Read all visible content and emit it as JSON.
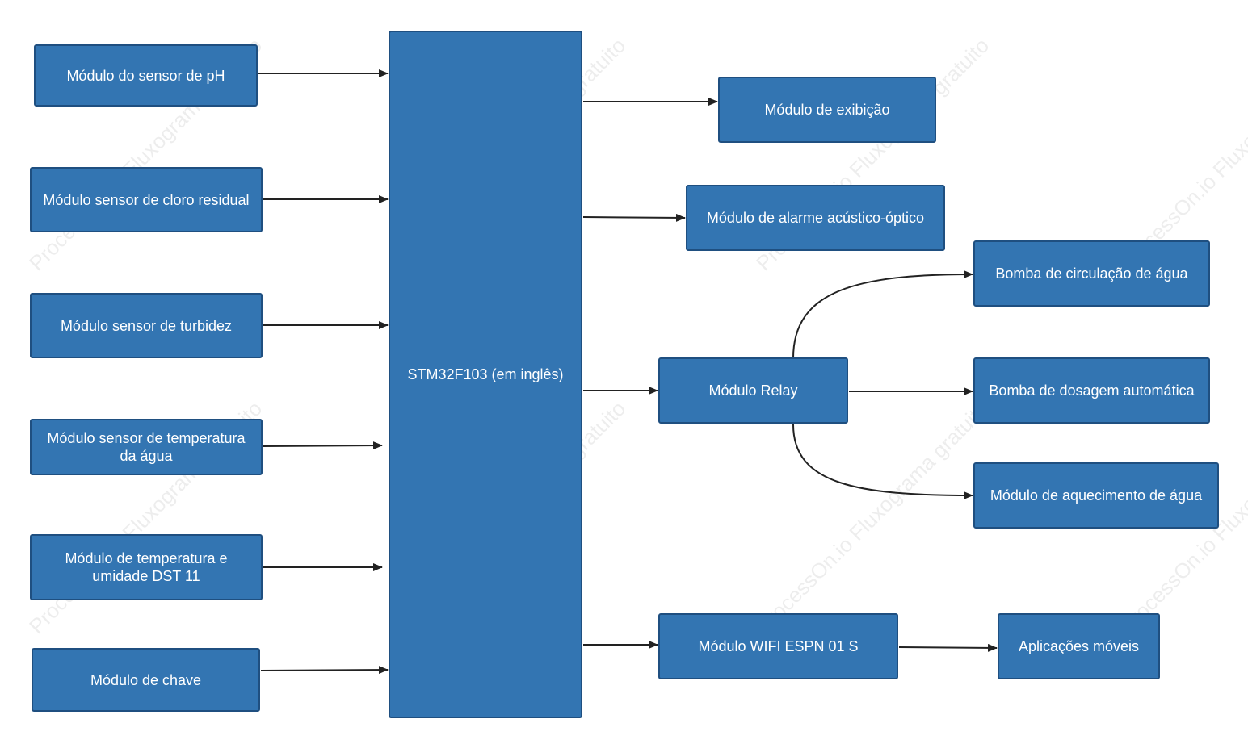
{
  "watermark": "ProcessOn.io Fluxograma gratuito",
  "colors": {
    "box_fill": "#3375b2",
    "box_border": "#1f4f80",
    "connector": "#222222"
  },
  "nodes": {
    "ph": "Módulo do sensor de pH",
    "chlorine": "Módulo sensor de cloro residual",
    "turbidity": "Módulo sensor de turbidez",
    "water_temp": "Módulo sensor de temperatura da água",
    "temp_humidity": "Módulo de temperatura e umidade DST 11",
    "key": "Módulo de chave",
    "mcu": "STM32F103 (em inglês)",
    "display": "Módulo de exibição",
    "alarm": "Módulo de alarme acústico-óptico",
    "relay": "Módulo Relay",
    "circulation_pump": "Bomba de circulação de água",
    "dosing_pump": "Bomba de dosagem automática",
    "heating": "Módulo de aquecimento de água",
    "wifi": "Módulo WIFI ESPN 01 S",
    "mobile": "Aplicações móveis"
  },
  "edges": [
    {
      "from": "ph",
      "to": "mcu"
    },
    {
      "from": "chlorine",
      "to": "mcu"
    },
    {
      "from": "turbidity",
      "to": "mcu"
    },
    {
      "from": "water_temp",
      "to": "mcu"
    },
    {
      "from": "temp_humidity",
      "to": "mcu"
    },
    {
      "from": "key",
      "to": "mcu"
    },
    {
      "from": "mcu",
      "to": "display"
    },
    {
      "from": "mcu",
      "to": "alarm"
    },
    {
      "from": "mcu",
      "to": "relay"
    },
    {
      "from": "mcu",
      "to": "wifi"
    },
    {
      "from": "relay",
      "to": "circulation_pump"
    },
    {
      "from": "relay",
      "to": "dosing_pump"
    },
    {
      "from": "relay",
      "to": "heating"
    },
    {
      "from": "wifi",
      "to": "mobile"
    }
  ]
}
